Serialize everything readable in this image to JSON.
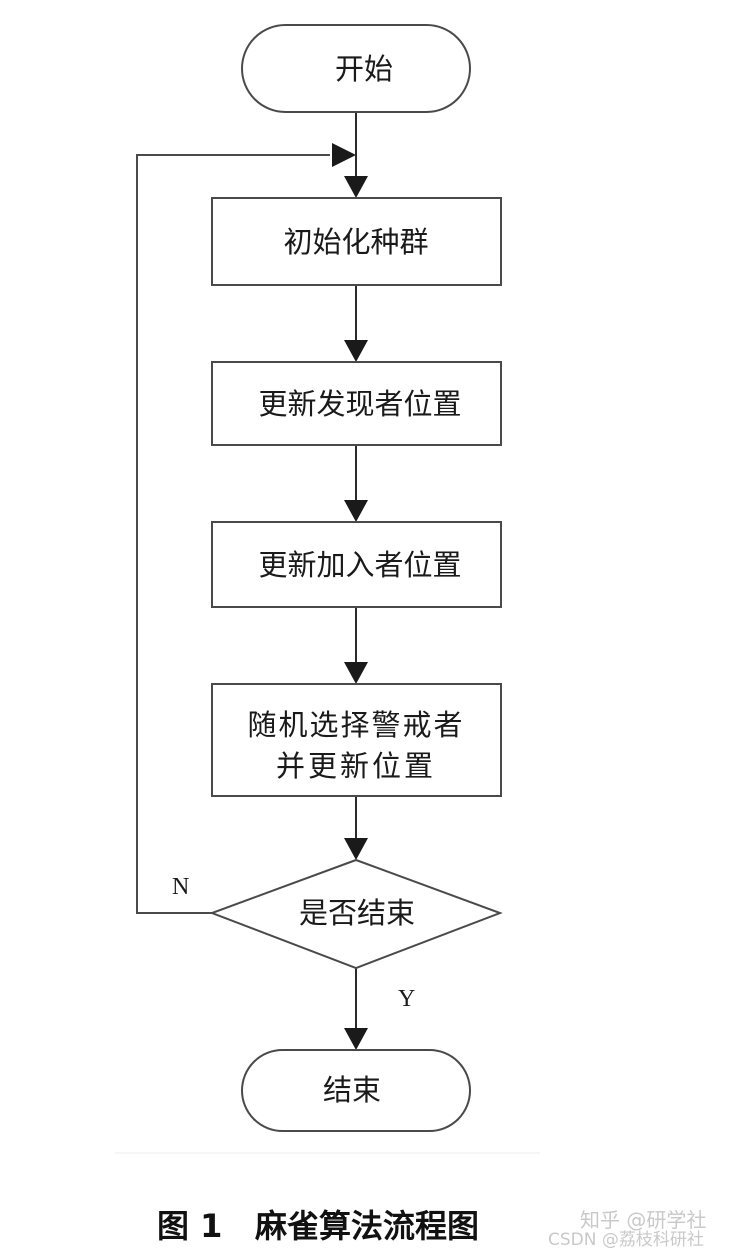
{
  "diagram": {
    "nodes": {
      "start": "开始",
      "init": "初始化种群",
      "update_discoverers": "更新发现者位置",
      "update_joiners": "更新加入者位置",
      "select_line1": "随机选择警戒者",
      "select_line2": "并更新位置",
      "decision": "是否结束",
      "end": "结束"
    },
    "edge_labels": {
      "no": "N",
      "yes": "Y"
    }
  },
  "caption": {
    "figure_number": "图 1",
    "title": "麻雀算法流程图"
  },
  "watermark": {
    "line1": "知乎 @研学社",
    "line2": "CSDN @荔枝科研社"
  },
  "colors": {
    "stroke": "#4a4a4a",
    "arrow": "#1a1a1a",
    "text": "#1a1a1a",
    "watermark": "#c9c9c9"
  }
}
